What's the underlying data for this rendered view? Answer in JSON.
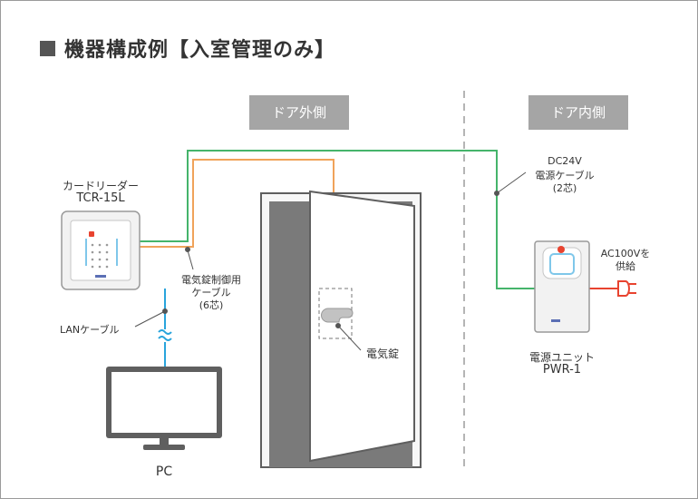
{
  "title": "機器構成例【入室管理のみ】",
  "zones": {
    "outside": "ドア外側",
    "inside": "ドア内側"
  },
  "devices": {
    "reader": {
      "name": "カードリーダー",
      "model": "TCR-15L"
    },
    "pc": {
      "name": "PC"
    },
    "power_unit": {
      "name": "電源ユニット",
      "model": "PWR-1"
    },
    "lock": {
      "name": "電気錠"
    }
  },
  "cables": {
    "lan": "LANケーブル",
    "lock_control": {
      "line1": "電気錠制御用",
      "line2": "ケーブル",
      "line3": "(6芯)"
    },
    "power": {
      "line1": "DC24V",
      "line2": "電源ケーブル",
      "line3": "(2芯)"
    },
    "ac": {
      "line1": "AC100Vを",
      "line2": "供給"
    }
  },
  "colors": {
    "lan_cable": "#29a4dc",
    "lock_cable": "#f0a35a",
    "power_cable": "#45b46b",
    "ac_cable": "#e8432f",
    "zone_header": "#a5a5a5"
  }
}
